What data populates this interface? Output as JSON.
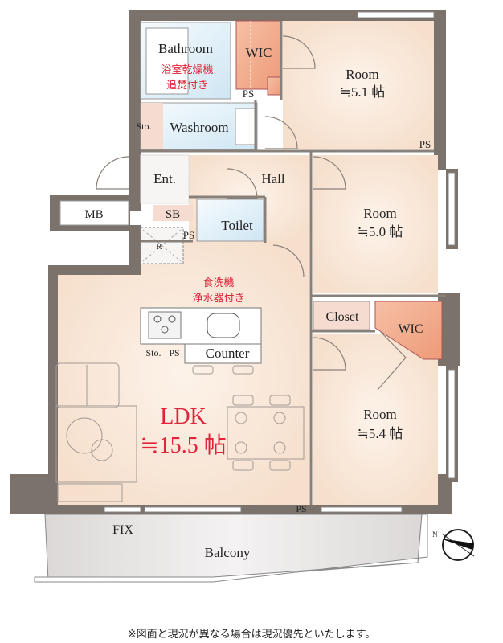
{
  "rooms": {
    "bathroom": "Bathroom",
    "bathroom_feature_1": "浴室乾燥機",
    "bathroom_feature_2": "追焚付き",
    "wic_top": "WIC",
    "ps_top": "PS",
    "room1": "Room",
    "room1_size": "≒5.1 帖",
    "sto_wash": "Sto.",
    "washroom": "Washroom",
    "ps_right": "PS",
    "entrance": "Ent.",
    "hall": "Hall",
    "mb": "MB",
    "sb": "SB",
    "toilet": "Toilet",
    "ps_toilet": "PS",
    "r_mark": "R",
    "room2": "Room",
    "room2_size": "≒5.0 帖",
    "kitchen_feature_1": "食洗機",
    "kitchen_feature_2": "浄水器付き",
    "closet": "Closet",
    "wic_mid": "WIC",
    "sto_kitchen": "Sto.",
    "ps_kitchen": "PS",
    "counter": "Counter",
    "ldk": "LDK",
    "ldk_size": "≒15.5 帖",
    "room3": "Room",
    "room3_size": "≒5.4 帖",
    "ps_bottom": "PS",
    "fix": "FIX",
    "balcony": "Balcony",
    "compass_n": "N"
  },
  "note": "※図面と現況が異なる場合は現況優先といたします。",
  "colors": {
    "wall": "#7b726c",
    "floor": "#f8e6d6",
    "wic": "#f0a584",
    "wet": "#dcedf6",
    "text_red": "#e0243a",
    "balcony": "#e6e3e3"
  }
}
